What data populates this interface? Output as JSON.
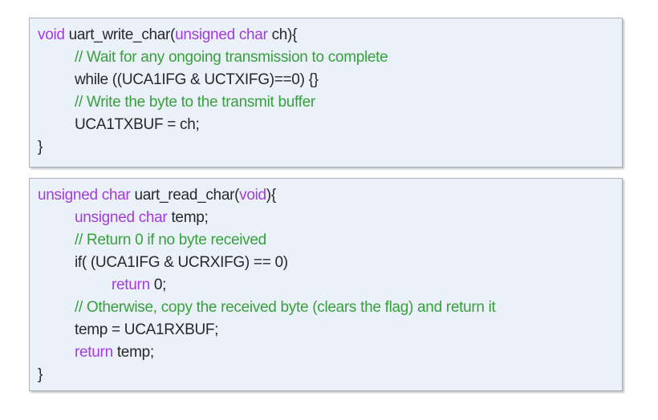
{
  "colors": {
    "keyword": "#a33bde",
    "comment": "#37a03c",
    "code": "#26282b",
    "box_background": "#ebf1f8",
    "box_border": "#aab1b8"
  },
  "blocks": [
    {
      "name": "uart-write-char-function",
      "lines": [
        {
          "indent": 0,
          "tokens": [
            {
              "t": "void",
              "c": "keyword"
            },
            {
              "t": " uart_write_char(",
              "c": "plain"
            },
            {
              "t": "unsigned char",
              "c": "keyword"
            },
            {
              "t": " ch){",
              "c": "plain"
            }
          ]
        },
        {
          "indent": 1,
          "tokens": [
            {
              "t": "// Wait for any ongoing transmission to complete",
              "c": "comment"
            }
          ]
        },
        {
          "indent": 1,
          "tokens": [
            {
              "t": "while ((UCA1IFG & UCTXIFG)==0) {}",
              "c": "plain"
            }
          ]
        },
        {
          "indent": 1,
          "tokens": [
            {
              "t": "// Write the byte to the transmit buffer",
              "c": "comment"
            }
          ]
        },
        {
          "indent": 1,
          "tokens": [
            {
              "t": "UCA1TXBUF = ch;",
              "c": "plain"
            }
          ]
        },
        {
          "indent": 0,
          "tokens": [
            {
              "t": "}",
              "c": "plain"
            }
          ]
        }
      ]
    },
    {
      "name": "uart-read-char-function",
      "lines": [
        {
          "indent": 0,
          "tokens": [
            {
              "t": "unsigned char",
              "c": "keyword"
            },
            {
              "t": " uart_read_char(",
              "c": "plain"
            },
            {
              "t": "void",
              "c": "keyword"
            },
            {
              "t": "){",
              "c": "plain"
            }
          ]
        },
        {
          "indent": 1,
          "tokens": [
            {
              "t": "unsigned char",
              "c": "keyword"
            },
            {
              "t": " temp;",
              "c": "plain"
            }
          ]
        },
        {
          "indent": 1,
          "tokens": [
            {
              "t": "// Return 0 if no byte received",
              "c": "comment"
            }
          ]
        },
        {
          "indent": 1,
          "tokens": [
            {
              "t": "if( (UCA1IFG & UCRXIFG) == 0)",
              "c": "plain"
            }
          ]
        },
        {
          "indent": 2,
          "tokens": [
            {
              "t": "return",
              "c": "keyword"
            },
            {
              "t": " 0;",
              "c": "plain"
            }
          ]
        },
        {
          "indent": 1,
          "tokens": [
            {
              "t": "// Otherwise, copy the received byte (clears the flag) and return it",
              "c": "comment"
            }
          ]
        },
        {
          "indent": 1,
          "tokens": [
            {
              "t": "temp = UCA1RXBUF;",
              "c": "plain"
            }
          ]
        },
        {
          "indent": 1,
          "tokens": [
            {
              "t": "return",
              "c": "keyword"
            },
            {
              "t": " temp;",
              "c": "plain"
            }
          ]
        },
        {
          "indent": 0,
          "tokens": [
            {
              "t": "}",
              "c": "plain"
            }
          ]
        }
      ]
    }
  ]
}
